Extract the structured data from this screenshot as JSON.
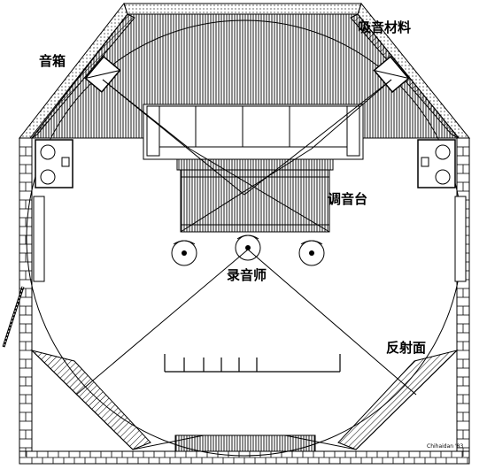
{
  "labels": {
    "absorber": "吸音材料",
    "speaker": "音箱",
    "console": "调音台",
    "engineer": "录音师",
    "reflector": "反射面"
  },
  "signature": "Chihaidan '83",
  "colors": {
    "ink": "#000000",
    "paper": "#ffffff"
  }
}
